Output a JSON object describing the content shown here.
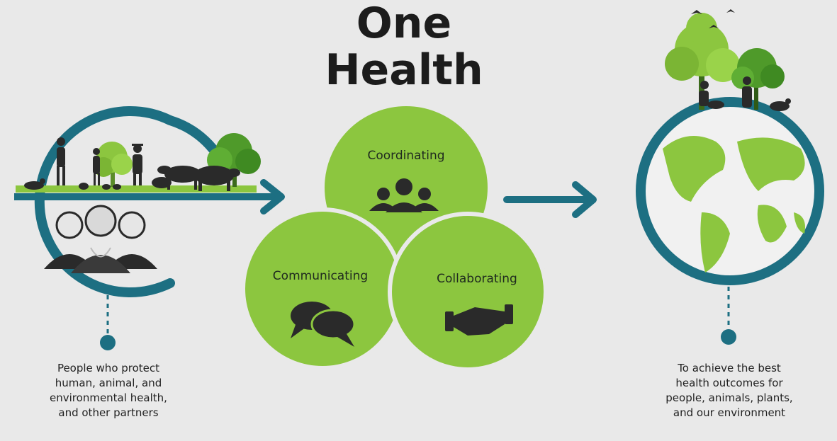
{
  "title": {
    "line1": "One",
    "line2": "Health"
  },
  "circles": {
    "top": {
      "label": "Coordinating",
      "icon": "people-group-icon"
    },
    "left": {
      "label": "Communicating",
      "icon": "speech-bubbles-icon"
    },
    "right": {
      "label": "Collaborating",
      "icon": "handshake-icon"
    }
  },
  "left_caption": {
    "lines": [
      "People who protect",
      "human, animal, and",
      "environmental health,",
      "and other partners"
    ]
  },
  "right_caption": {
    "lines": [
      "To achieve the best",
      "health outcomes for",
      "people, animals, plants,",
      "and our environment"
    ]
  },
  "colors": {
    "background": "#e9e9e9",
    "teal": "#1d6f82",
    "green": "#8cc63f",
    "dark": "#222222"
  }
}
